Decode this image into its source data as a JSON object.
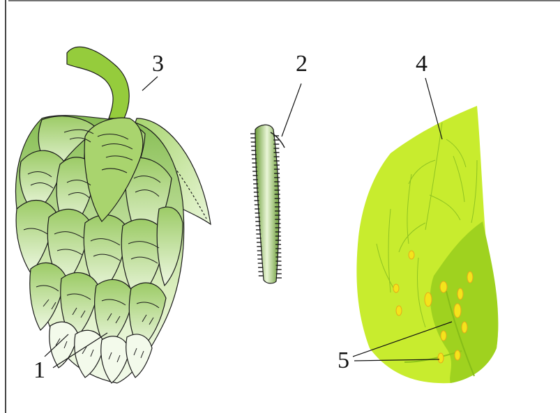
{
  "labels": {
    "cone_bracts": "1",
    "axis": "2",
    "stem": "3",
    "bract": "4",
    "glands": "5"
  },
  "colors": {
    "cone_dark": "#7fb84c",
    "cone_light": "#e8f6cf",
    "bract_fill": "#c7ec2c",
    "bract_fold": "#98cf1e",
    "gland": "#f4e41b",
    "stem": "#95cc3c",
    "outline": "#1a1a1a"
  }
}
